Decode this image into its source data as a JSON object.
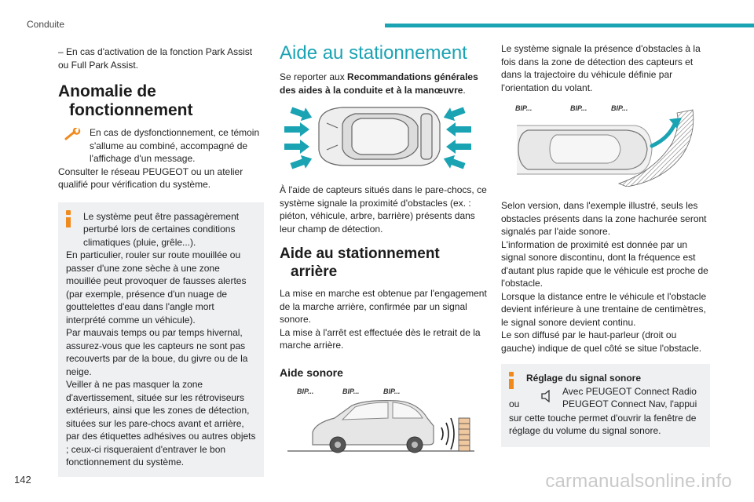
{
  "header": {
    "section": "Conduite"
  },
  "page_number": "142",
  "watermark": "carmanualsonline.info",
  "col1": {
    "intro": "– En cas d'activation de la fonction Park Assist ou Full Park Assist.",
    "heading_anomaly_1": "Anomalie de",
    "heading_anomaly_2": "fonctionnement",
    "warn_text": "En cas de dysfonctionnement, ce témoin s'allume au combiné, accompagné de l'affichage d'un message.",
    "consult": "Consulter le réseau PEUGEOT ou un atelier qualifié pour vérification du système.",
    "info_p1": "Le système peut être passagèrement perturbé lors de certaines conditions climatiques (pluie, grêle...).",
    "info_p2": "En particulier, rouler sur route mouillée ou passer d'une zone sèche à une zone mouillée peut provoquer de fausses alertes (par exemple, présence d'un nuage de gouttelettes d'eau dans l'angle mort interprété comme un véhicule).",
    "info_p3": "Par mauvais temps ou par temps hivernal, assurez-vous que les capteurs ne sont pas recouverts par de la boue, du givre ou de la neige.",
    "info_p4": "Veiller à ne pas masquer la zone d'avertissement, située sur les rétroviseurs extérieurs, ainsi que les zones de détection, situées sur les pare-chocs avant et arrière, par des étiquettes adhésives ou autres objets ; ceux-ci risqueraient d'entraver le bon fonctionnement du système."
  },
  "col2": {
    "title": "Aide au stationnement",
    "ref_prefix": "Se reporter aux ",
    "ref_bold": "Recommandations générales des aides à la conduite et à la manœuvre",
    "ref_suffix": ".",
    "sensors_text": "À l'aide de capteurs situés dans le pare-chocs, ce système signale la proximité d'obstacles (ex. : piéton, véhicule, arbre, barrière) présents dans leur champ de détection.",
    "heading_rear_1": "Aide au stationnement",
    "heading_rear_2": "arrière",
    "rear_p1": "La mise en marche est obtenue par l'engagement de la marche arrière, confirmée par un signal sonore.",
    "rear_p2": "La mise à l'arrêt est effectuée dès le retrait de la marche arrière.",
    "heading_sound": "Aide sonore",
    "bip": "BIP..."
  },
  "col3": {
    "p1": "Le système signale la présence d'obstacles à la fois dans la zone de détection des capteurs et dans la trajectoire du véhicule définie par l'orientation du volant.",
    "bip": "BIP...",
    "p2": "Selon version, dans l'exemple illustré, seuls les obstacles présents dans la zone hachurée seront signalés par l'aide sonore.",
    "p3": "L'information de proximité est donnée par un signal sonore discontinu, dont la fréquence est d'autant plus rapide que le véhicule est proche de l'obstacle.",
    "p4": "Lorsque la distance entre le véhicule et l'obstacle devient inférieure à une trentaine de centimètres, le signal sonore devient continu.",
    "p5": "Le son diffusé par le haut-parleur (droit ou gauche) indique de quel côté se situe l'obstacle.",
    "info_title": "Réglage du signal sonore",
    "info_line1": "Avec PEUGEOT Connect Radio",
    "info_ou": "ou",
    "info_line2": "PEUGEOT Connect Nav, l'appui",
    "info_rest": "sur cette touche permet d'ouvrir la fenêtre de réglage du volume du signal sonore."
  },
  "icons": {
    "warning": "wrench-warning-icon",
    "info": "info-icon",
    "volume": "speaker-icon"
  },
  "colors": {
    "accent": "#1aa3b3",
    "warning": "#f08a1c",
    "infobox": "#eef0f2"
  }
}
